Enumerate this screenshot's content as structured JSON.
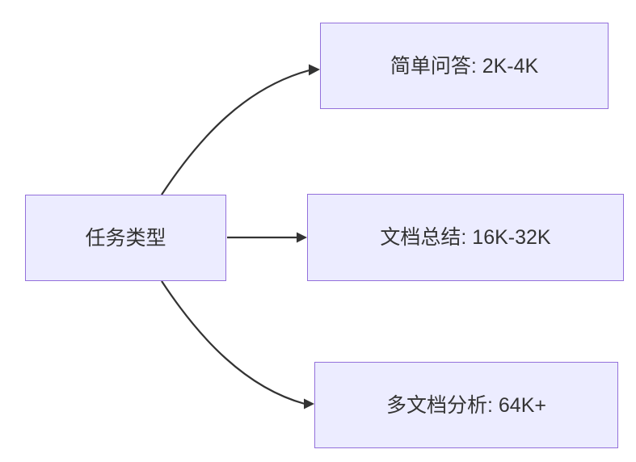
{
  "diagram": {
    "type": "flowchart-LR",
    "source_node": {
      "label": "任务类型"
    },
    "target_nodes": [
      {
        "label": "简单问答: 2K-4K"
      },
      {
        "label": "文档总结: 16K-32K"
      },
      {
        "label": "多文档分析: 64K+"
      }
    ],
    "edges": [
      {
        "from": "任务类型",
        "to": "简单问答: 2K-4K"
      },
      {
        "from": "任务类型",
        "to": "文档总结: 16K-32K"
      },
      {
        "from": "任务类型",
        "to": "多文档分析: 64K+"
      }
    ],
    "colors": {
      "node_fill": "#ECECFF",
      "node_border": "#9370DB",
      "edge_stroke": "#333333",
      "text": "#333333",
      "background": "#ffffff"
    }
  }
}
